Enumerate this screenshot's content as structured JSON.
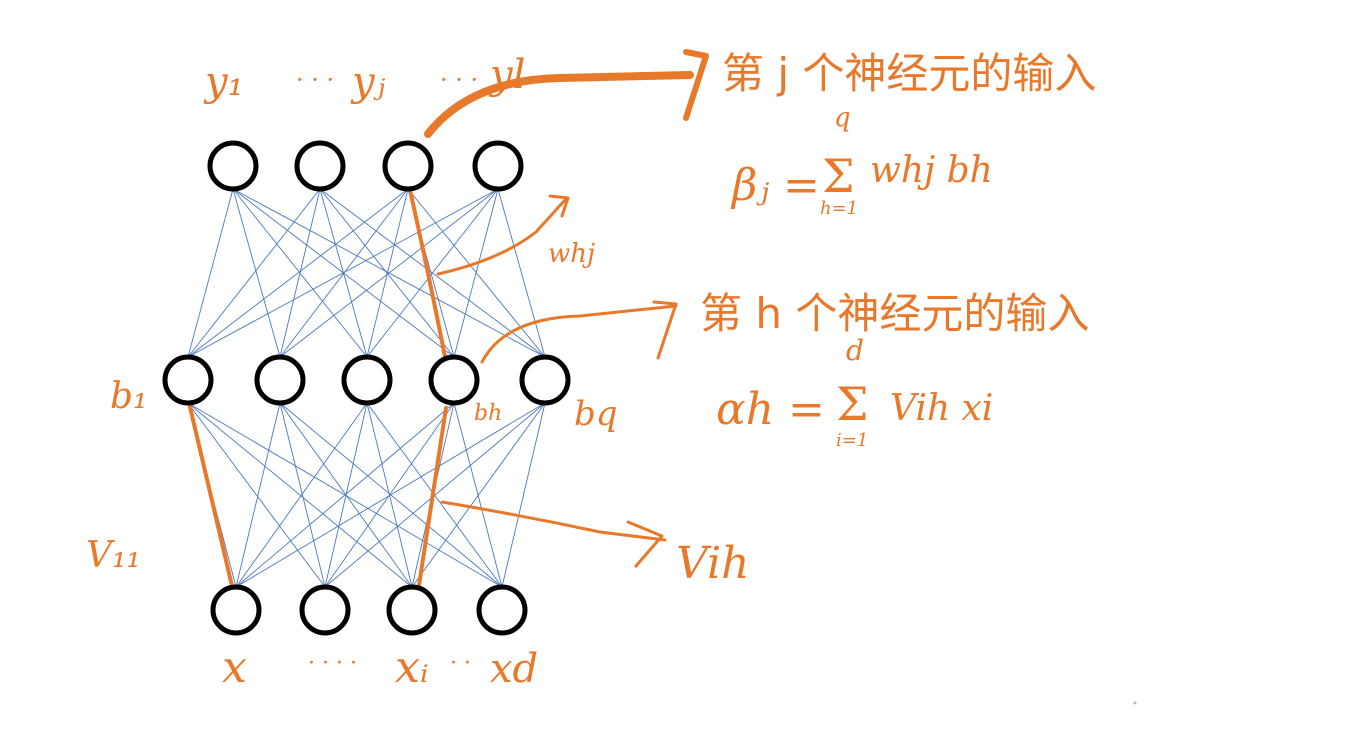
{
  "colors": {
    "ink": "#e8782a",
    "edge": "#4a78c2",
    "node": "#000000"
  },
  "layers": {
    "output_count": 4,
    "hidden_count": 5,
    "input_count": 4
  },
  "labels": {
    "y1": "y₁",
    "y_dots1": "· · ·",
    "yj": "yⱼ",
    "y_dots2": "· · ·",
    "yl": "yl",
    "b1": "b₁",
    "bh": "bh",
    "bq": "bq",
    "v11": "V₁₁",
    "x1": "x",
    "x_dots1": "· · · ·",
    "xi": "xᵢ",
    "x_dots2": "· ·",
    "xd": "xd",
    "whj": "whj",
    "vih": "Vih"
  },
  "annotations": {
    "output_input_title": "第 j 个神经元的输入",
    "beta_lhs": "βⱼ =",
    "beta_upper": "q",
    "beta_sum": "Σ",
    "beta_lower": "h=1",
    "beta_term": "whj bh",
    "hidden_input_title": "第 h 个神经元的输入",
    "alpha_lhs": "αh =",
    "alpha_upper": "d",
    "alpha_sum": "Σ",
    "alpha_lower": "i=1",
    "alpha_term": "Vih xi"
  }
}
